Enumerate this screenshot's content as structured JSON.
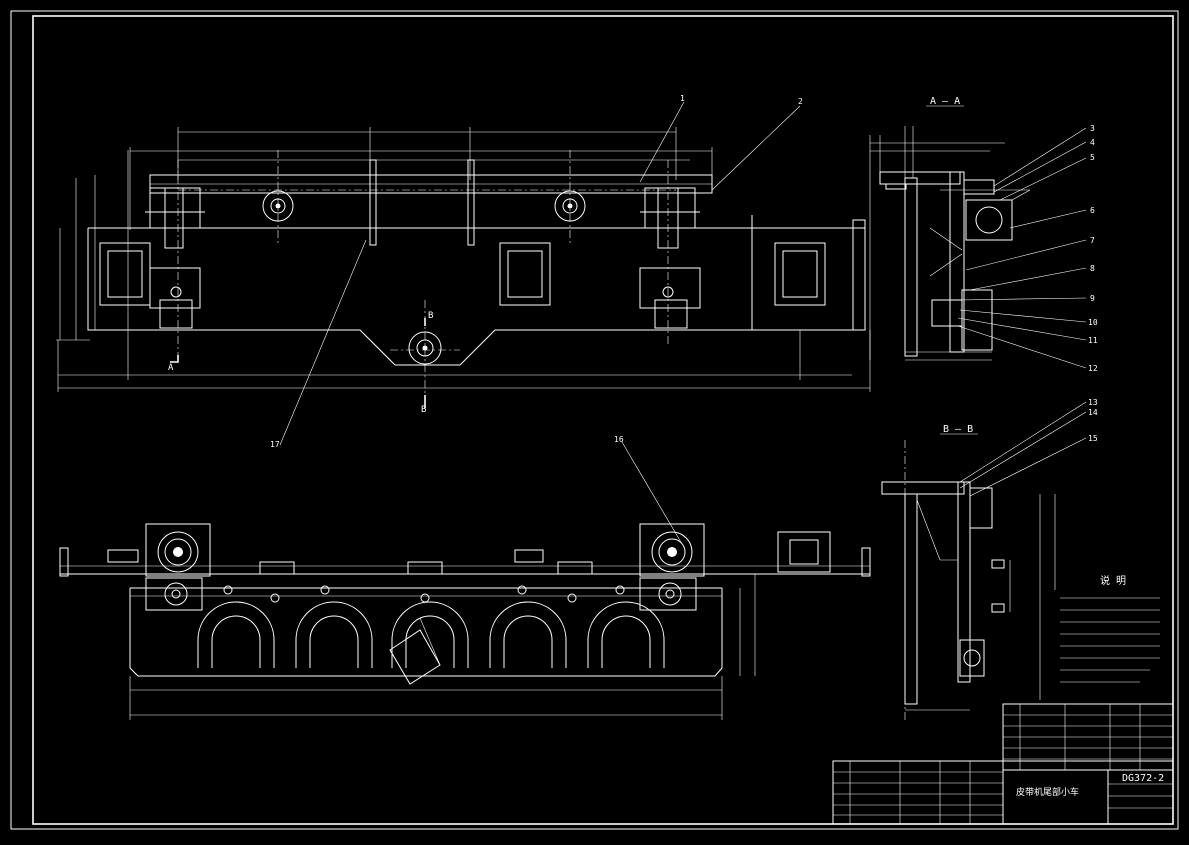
{
  "drawing": {
    "sections": {
      "a_a": "A — A",
      "b_b": "B — B",
      "cut_a": "A",
      "cut_b": "B"
    },
    "balloons": [
      "1",
      "2",
      "3",
      "4",
      "5",
      "6",
      "7",
      "8",
      "9",
      "10",
      "11",
      "12",
      "13",
      "14",
      "15",
      "16",
      "17"
    ],
    "notes": {
      "title": "说 明",
      "lines": []
    },
    "title_block": {
      "drawing_number": "DG372-2",
      "drawing_name": "皮带机尾部小车"
    }
  }
}
